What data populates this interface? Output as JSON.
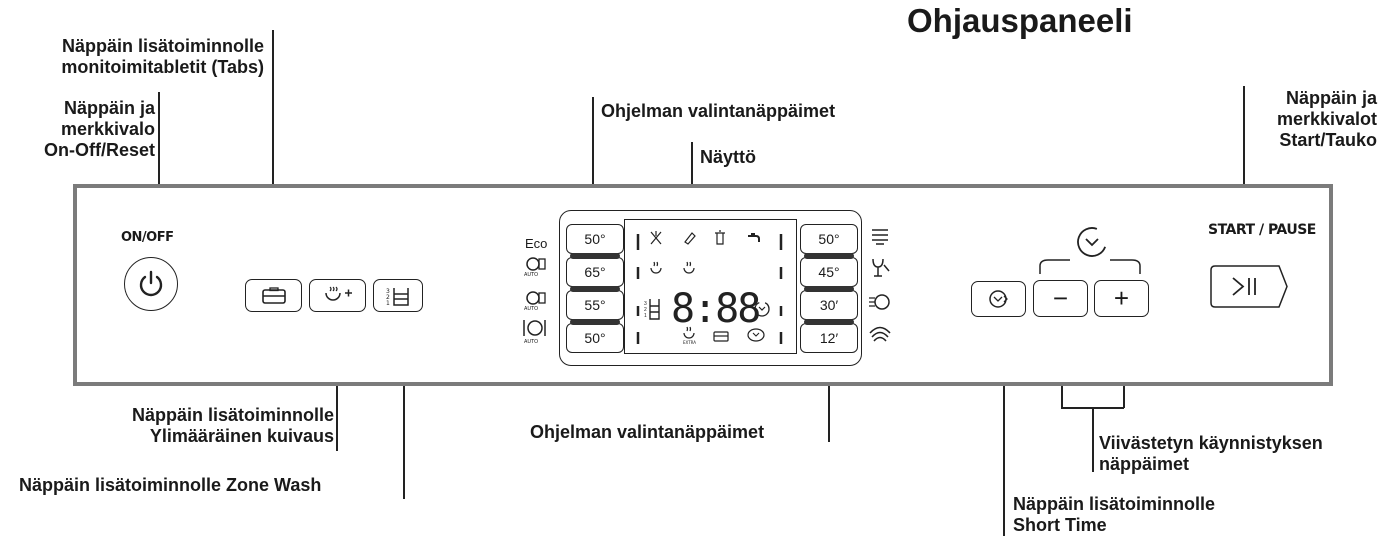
{
  "title": "Ohjauspaneeli",
  "labels": {
    "tabs_line1": "Näppäin lisätoiminnolle",
    "tabs_line2": "monitoimitabletit (Tabs)",
    "onoff_line1": "Näppäin ja",
    "onoff_line2": "merkkivalo",
    "onoff_line3": "On-Off/Reset",
    "prog_top": "Ohjelman valintanäppäimet",
    "display": "Näyttö",
    "start_line1": "Näppäin ja",
    "start_line2": "merkkivalot",
    "start_line3": "Start/Tauko",
    "dry_line1": "Näppäin lisätoiminnolle",
    "dry_line2": "Ylimääräinen kuivaus",
    "prog_bottom": "Ohjelman valintanäppäimet",
    "zone": "Näppäin lisätoiminnolle Zone Wash",
    "delay_line1": "Viivästetyn käynnistyksen",
    "delay_line2": "näppäimet",
    "short_line1": "Näppäin lisätoiminnolle",
    "short_line2": "Short Time"
  },
  "panel": {
    "onoff_label": "ON/OFF",
    "start_pause_label": "START / PAUSE",
    "eco_label": "Eco",
    "auto_label": "AUTO",
    "extra_label": "EXTRA",
    "minus": "−",
    "plus": "+",
    "display_digits": "8:88",
    "left_temps": [
      "50°",
      "65°",
      "55°",
      "50°"
    ],
    "right_temps": [
      "50°",
      "45°",
      "30′",
      "12′"
    ]
  }
}
